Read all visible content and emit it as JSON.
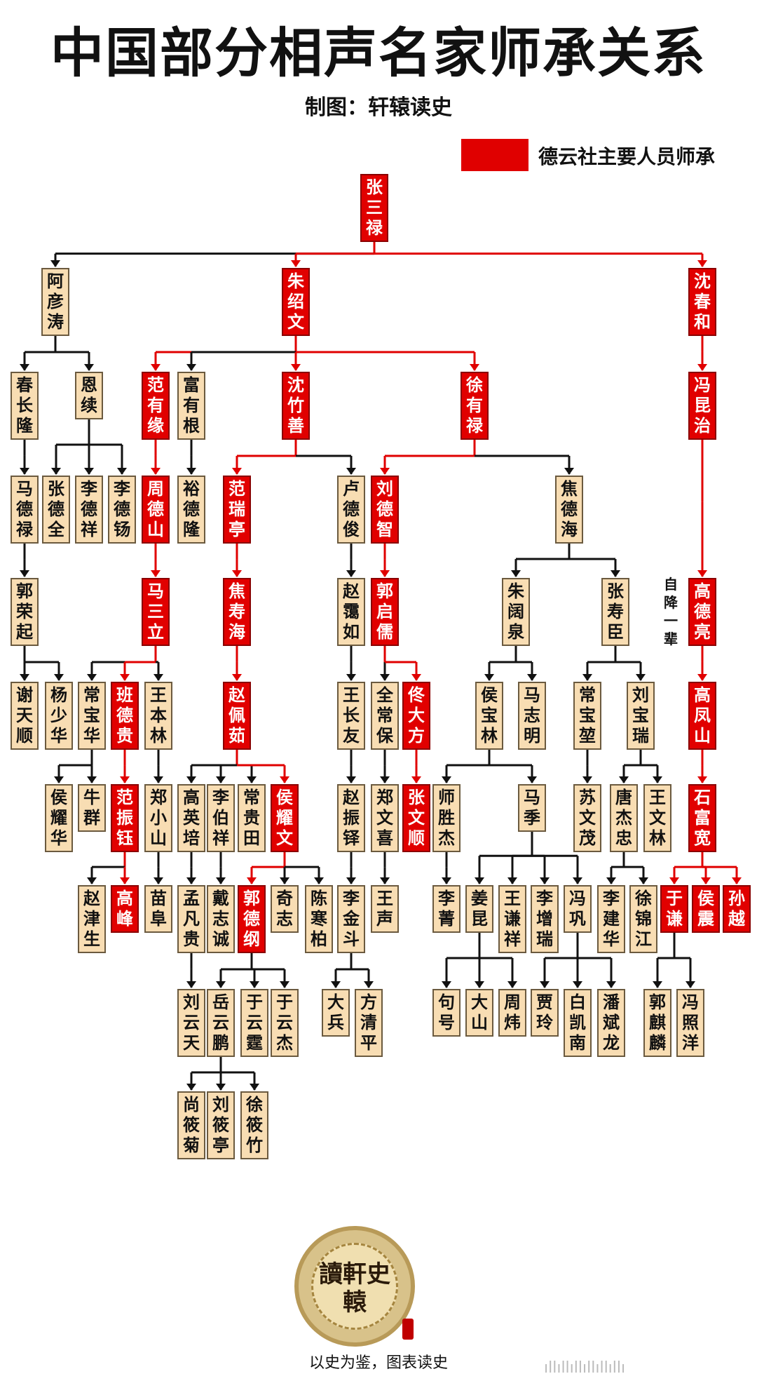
{
  "title": "中国部分相声名家师承关系",
  "subtitle": "制图：轩辕读史",
  "legend": {
    "label": "德云社主要人员师承",
    "color": "#e00000"
  },
  "note": "自降一辈",
  "seal": {
    "text": "讀軒史轅"
  },
  "slogan": "以史为鉴，图表读史",
  "footer_marks": "ıllıllıllıllıllıllı",
  "colors": {
    "highlight": "#e00000",
    "node_fill": "#f8ddb3",
    "line": "#111111"
  },
  "nodes": [
    {
      "id": "zhangsanlu",
      "name": "张三禄",
      "red": true
    },
    {
      "id": "ayantao",
      "name": "阿彦涛"
    },
    {
      "id": "zhushaowen",
      "name": "朱绍文",
      "red": true
    },
    {
      "id": "shenchunhe",
      "name": "沈春和",
      "red": true
    },
    {
      "id": "chunchanglong",
      "name": "春长隆"
    },
    {
      "id": "enxu",
      "name": "恩续"
    },
    {
      "id": "fanyouyuan",
      "name": "范有缘",
      "red": true
    },
    {
      "id": "fuyougen",
      "name": "富有根"
    },
    {
      "id": "shenzhushan",
      "name": "沈竹善",
      "red": true
    },
    {
      "id": "xuyoulu",
      "name": "徐有禄",
      "red": true
    },
    {
      "id": "fengkunzhi",
      "name": "冯昆治",
      "red": true
    },
    {
      "id": "madelu",
      "name": "马德禄"
    },
    {
      "id": "zhangdequan",
      "name": "张德全"
    },
    {
      "id": "lidexiang",
      "name": "李德祥"
    },
    {
      "id": "lideyang",
      "name": "李德钖"
    },
    {
      "id": "zhoudeshan",
      "name": "周德山",
      "red": true
    },
    {
      "id": "yudelong",
      "name": "裕德隆"
    },
    {
      "id": "fanruiting",
      "name": "范瑞亭",
      "red": true
    },
    {
      "id": "ludejun",
      "name": "卢德俊"
    },
    {
      "id": "liudezhi",
      "name": "刘德智",
      "red": true
    },
    {
      "id": "jiaodehai",
      "name": "焦德海"
    },
    {
      "id": "guorongqi",
      "name": "郭荣起"
    },
    {
      "id": "masanli",
      "name": "马三立",
      "red": true
    },
    {
      "id": "jiaoshouhai",
      "name": "焦寿海",
      "red": true
    },
    {
      "id": "zhaoairu",
      "name": "赵霭如"
    },
    {
      "id": "guoqiru",
      "name": "郭启儒",
      "red": true
    },
    {
      "id": "zhukuoquan",
      "name": "朱阔泉"
    },
    {
      "id": "zhangshouchen",
      "name": "张寿臣"
    },
    {
      "id": "gaodeliang",
      "name": "高德亮",
      "red": true
    },
    {
      "id": "xietianshun",
      "name": "谢天顺"
    },
    {
      "id": "yangshaohua",
      "name": "杨少华"
    },
    {
      "id": "changbaohua",
      "name": "常宝华"
    },
    {
      "id": "bandegui",
      "name": "班德贵",
      "red": true
    },
    {
      "id": "wangbenlin",
      "name": "王本林"
    },
    {
      "id": "zhaopeiru",
      "name": "赵佩茹",
      "red": true
    },
    {
      "id": "wangchangyou",
      "name": "王长友"
    },
    {
      "id": "quanchangbao",
      "name": "全常保"
    },
    {
      "id": "tongdafang",
      "name": "佟大方",
      "red": true
    },
    {
      "id": "houbaolin",
      "name": "侯宝林"
    },
    {
      "id": "mazhiming",
      "name": "马志明"
    },
    {
      "id": "changbaokun",
      "name": "常宝堃"
    },
    {
      "id": "liubaorui",
      "name": "刘宝瑞"
    },
    {
      "id": "gaofengshan",
      "name": "高凤山",
      "red": true
    },
    {
      "id": "houyaohua",
      "name": "侯耀华"
    },
    {
      "id": "niuqun",
      "name": "牛群"
    },
    {
      "id": "fanzhenyu",
      "name": "范振钰",
      "red": true
    },
    {
      "id": "zhengxiaoshan",
      "name": "郑小山"
    },
    {
      "id": "gaoyingpei",
      "name": "高英培"
    },
    {
      "id": "libaixiang",
      "name": "李伯祥"
    },
    {
      "id": "changguitian",
      "name": "常贵田"
    },
    {
      "id": "houyaowen",
      "name": "侯耀文",
      "red": true
    },
    {
      "id": "zhaozhenduo",
      "name": "赵振铎"
    },
    {
      "id": "zhengwenxi",
      "name": "郑文喜"
    },
    {
      "id": "zhangwenshun",
      "name": "张文顺",
      "red": true
    },
    {
      "id": "shishengjie",
      "name": "师胜杰"
    },
    {
      "id": "maji",
      "name": "马季"
    },
    {
      "id": "suwenmao",
      "name": "苏文茂"
    },
    {
      "id": "tangjiezhong",
      "name": "唐杰忠"
    },
    {
      "id": "wangwenlin",
      "name": "王文林"
    },
    {
      "id": "shifukuan",
      "name": "石富宽",
      "red": true
    },
    {
      "id": "zhaojinsheng",
      "name": "赵津生"
    },
    {
      "id": "gaofeng",
      "name": "高峰",
      "red": true
    },
    {
      "id": "miaofu",
      "name": "苗阜"
    },
    {
      "id": "mengfangui",
      "name": "孟凡贵"
    },
    {
      "id": "daizhicheng",
      "name": "戴志诚"
    },
    {
      "id": "guodegang",
      "name": "郭德纲",
      "red": true
    },
    {
      "id": "qizhi",
      "name": "奇志"
    },
    {
      "id": "chenhanbai",
      "name": "陈寒柏"
    },
    {
      "id": "lijindou",
      "name": "李金斗"
    },
    {
      "id": "wangsheng",
      "name": "王声"
    },
    {
      "id": "liqing",
      "name": "李菁"
    },
    {
      "id": "jiangkun",
      "name": "姜昆"
    },
    {
      "id": "wangqianxiang",
      "name": "王谦祥"
    },
    {
      "id": "lizengrui",
      "name": "李增瑞"
    },
    {
      "id": "fenggong",
      "name": "冯巩"
    },
    {
      "id": "lijianhua",
      "name": "李建华"
    },
    {
      "id": "xujinjiang",
      "name": "徐锦江"
    },
    {
      "id": "yuqian",
      "name": "于谦",
      "red": true
    },
    {
      "id": "houzhen",
      "name": "侯震",
      "red": true
    },
    {
      "id": "sunyue",
      "name": "孙越",
      "red": true
    },
    {
      "id": "liuyuntian",
      "name": "刘云天"
    },
    {
      "id": "yueyunpeng",
      "name": "岳云鹏"
    },
    {
      "id": "yuyunting",
      "name": "于云霆"
    },
    {
      "id": "yuyunjie",
      "name": "于云杰"
    },
    {
      "id": "dabing",
      "name": "大兵"
    },
    {
      "id": "fangqingping",
      "name": "方清平"
    },
    {
      "id": "juhao",
      "name": "句号"
    },
    {
      "id": "dashan",
      "name": "大山"
    },
    {
      "id": "zhouwei",
      "name": "周炜"
    },
    {
      "id": "jialing",
      "name": "贾玲"
    },
    {
      "id": "baikainan",
      "name": "白凯南"
    },
    {
      "id": "panbinlong",
      "name": "潘斌龙"
    },
    {
      "id": "guoqilin",
      "name": "郭麒麟"
    },
    {
      "id": "fengzhaoyang",
      "name": "冯照洋"
    },
    {
      "id": "shangxiaoju",
      "name": "尚筱菊"
    },
    {
      "id": "liuxiaoting",
      "name": "刘筱亭"
    },
    {
      "id": "xuxiaozhu",
      "name": "徐筱竹"
    }
  ],
  "edges": [
    [
      "zhangsanlu",
      "ayantao"
    ],
    [
      "zhangsanlu",
      "zhushaowen",
      true
    ],
    [
      "zhangsanlu",
      "shenchunhe",
      true
    ],
    [
      "ayantao",
      "chunchanglong"
    ],
    [
      "ayantao",
      "enxu"
    ],
    [
      "zhushaowen",
      "fanyouyuan",
      true
    ],
    [
      "zhushaowen",
      "fuyougen"
    ],
    [
      "zhushaowen",
      "shenzhushan",
      true
    ],
    [
      "zhushaowen",
      "xuyoulu",
      true
    ],
    [
      "shenchunhe",
      "fengkunzhi",
      true
    ],
    [
      "chunchanglong",
      "madelu"
    ],
    [
      "enxu",
      "zhangdequan"
    ],
    [
      "enxu",
      "lidexiang"
    ],
    [
      "enxu",
      "lideyang"
    ],
    [
      "fanyouyuan",
      "zhoudeshan",
      true
    ],
    [
      "fuyougen",
      "yudelong"
    ],
    [
      "shenzhushan",
      "fanruiting",
      true
    ],
    [
      "shenzhushan",
      "ludejun"
    ],
    [
      "xuyoulu",
      "liudezhi",
      true
    ],
    [
      "xuyoulu",
      "jiaodehai"
    ],
    [
      "fengkunzhi",
      "gaodeliang",
      true
    ],
    [
      "madelu",
      "guorongqi"
    ],
    [
      "zhoudeshan",
      "masanli",
      true
    ],
    [
      "fanruiting",
      "jiaoshouhai",
      true
    ],
    [
      "ludejun",
      "zhaoairu"
    ],
    [
      "liudezhi",
      "guoqiru",
      true
    ],
    [
      "jiaodehai",
      "zhukuoquan"
    ],
    [
      "jiaodehai",
      "zhangshouchen"
    ],
    [
      "guorongqi",
      "xietianshun"
    ],
    [
      "guorongqi",
      "yangshaohua"
    ],
    [
      "masanli",
      "changbaohua"
    ],
    [
      "masanli",
      "bandegui",
      true
    ],
    [
      "masanli",
      "wangbenlin"
    ],
    [
      "jiaoshouhai",
      "zhaopeiru",
      true
    ],
    [
      "zhaoairu",
      "wangchangyou"
    ],
    [
      "guoqiru",
      "quanchangbao"
    ],
    [
      "guoqiru",
      "tongdafang",
      true
    ],
    [
      "zhukuoquan",
      "houbaolin"
    ],
    [
      "zhukuoquan",
      "mazhiming"
    ],
    [
      "zhangshouchen",
      "changbaokun"
    ],
    [
      "zhangshouchen",
      "liubaorui"
    ],
    [
      "gaodeliang",
      "gaofengshan",
      true
    ],
    [
      "changbaohua",
      "houyaohua"
    ],
    [
      "changbaohua",
      "niuqun"
    ],
    [
      "bandegui",
      "fanzhenyu",
      true
    ],
    [
      "wangbenlin",
      "zhengxiaoshan"
    ],
    [
      "zhaopeiru",
      "gaoyingpei"
    ],
    [
      "zhaopeiru",
      "libaixiang"
    ],
    [
      "zhaopeiru",
      "changguitian"
    ],
    [
      "zhaopeiru",
      "houyaowen",
      true
    ],
    [
      "wangchangyou",
      "zhaozhenduo"
    ],
    [
      "quanchangbao",
      "zhengwenxi"
    ],
    [
      "tongdafang",
      "zhangwenshun",
      true
    ],
    [
      "houbaolin",
      "shishengjie"
    ],
    [
      "houbaolin",
      "maji"
    ],
    [
      "changbaokun",
      "suwenmao"
    ],
    [
      "liubaorui",
      "tangjiezhong"
    ],
    [
      "liubaorui",
      "wangwenlin"
    ],
    [
      "gaofengshan",
      "shifukuan",
      true
    ],
    [
      "fanzhenyu",
      "zhaojinsheng"
    ],
    [
      "fanzhenyu",
      "gaofeng",
      true
    ],
    [
      "zhengxiaoshan",
      "miaofu"
    ],
    [
      "gaoyingpei",
      "mengfangui"
    ],
    [
      "libaixiang",
      "daizhicheng"
    ],
    [
      "houyaowen",
      "guodegang",
      true
    ],
    [
      "houyaowen",
      "qizhi"
    ],
    [
      "houyaowen",
      "chenhanbai"
    ],
    [
      "zhaozhenduo",
      "lijindou"
    ],
    [
      "zhengwenxi",
      "wangsheng"
    ],
    [
      "shishengjie",
      "liqing"
    ],
    [
      "maji",
      "jiangkun"
    ],
    [
      "maji",
      "wangqianxiang"
    ],
    [
      "maji",
      "lizengrui"
    ],
    [
      "maji",
      "fenggong"
    ],
    [
      "tangjiezhong",
      "lijianhua"
    ],
    [
      "tangjiezhong",
      "xujinjiang"
    ],
    [
      "shifukuan",
      "yuqian",
      true
    ],
    [
      "shifukuan",
      "houzhen",
      true
    ],
    [
      "shifukuan",
      "sunyue",
      true
    ],
    [
      "mengfangui",
      "liuyuntian"
    ],
    [
      "guodegang",
      "yueyunpeng"
    ],
    [
      "guodegang",
      "yuyunting"
    ],
    [
      "guodegang",
      "yuyunjie"
    ],
    [
      "lijindou",
      "dabing"
    ],
    [
      "lijindou",
      "fangqingping"
    ],
    [
      "jiangkun",
      "juhao"
    ],
    [
      "jiangkun",
      "dashan"
    ],
    [
      "jiangkun",
      "zhouwei"
    ],
    [
      "fenggong",
      "jialing"
    ],
    [
      "fenggong",
      "baikainan"
    ],
    [
      "fenggong",
      "panbinlong"
    ],
    [
      "yuqian",
      "guoqilin"
    ],
    [
      "yuqian",
      "fengzhaoyang"
    ],
    [
      "yueyunpeng",
      "shangxiaoju"
    ],
    [
      "yueyunpeng",
      "liuxiaoting"
    ],
    [
      "yueyunpeng",
      "xuxiaozhu"
    ]
  ]
}
